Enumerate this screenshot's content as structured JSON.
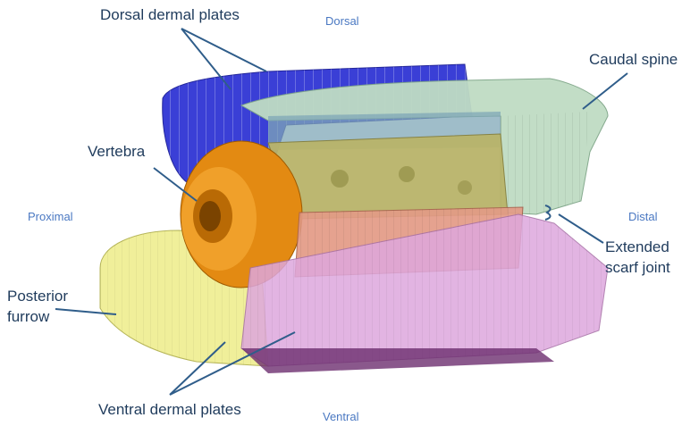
{
  "orientation": {
    "dorsal": "Dorsal",
    "ventral": "Ventral",
    "proximal": "Proximal",
    "distal": "Distal"
  },
  "labels": {
    "dorsal_dermal_plates": "Dorsal dermal plates",
    "caudal_spine": "Caudal spine",
    "vertebra": "Vertebra",
    "extended_scarf_joint_line1": "Extended",
    "extended_scarf_joint_line2": "scarf joint",
    "posterior_furrow_line1": "Posterior",
    "posterior_furrow_line2": "furrow",
    "ventral_dermal_plates": "Ventral dermal plates"
  },
  "colors": {
    "dorsal_plate": "#3a3fd6",
    "vertebra": "#e38a12",
    "yellow_plate": "#f0ef9a",
    "caudal_spine": "#bfdcc4",
    "olive_block": "#b9b46a",
    "salmon_block": "#e39b86",
    "pink_block": "#dea7dd",
    "leader_line": "#2f5d8a"
  }
}
